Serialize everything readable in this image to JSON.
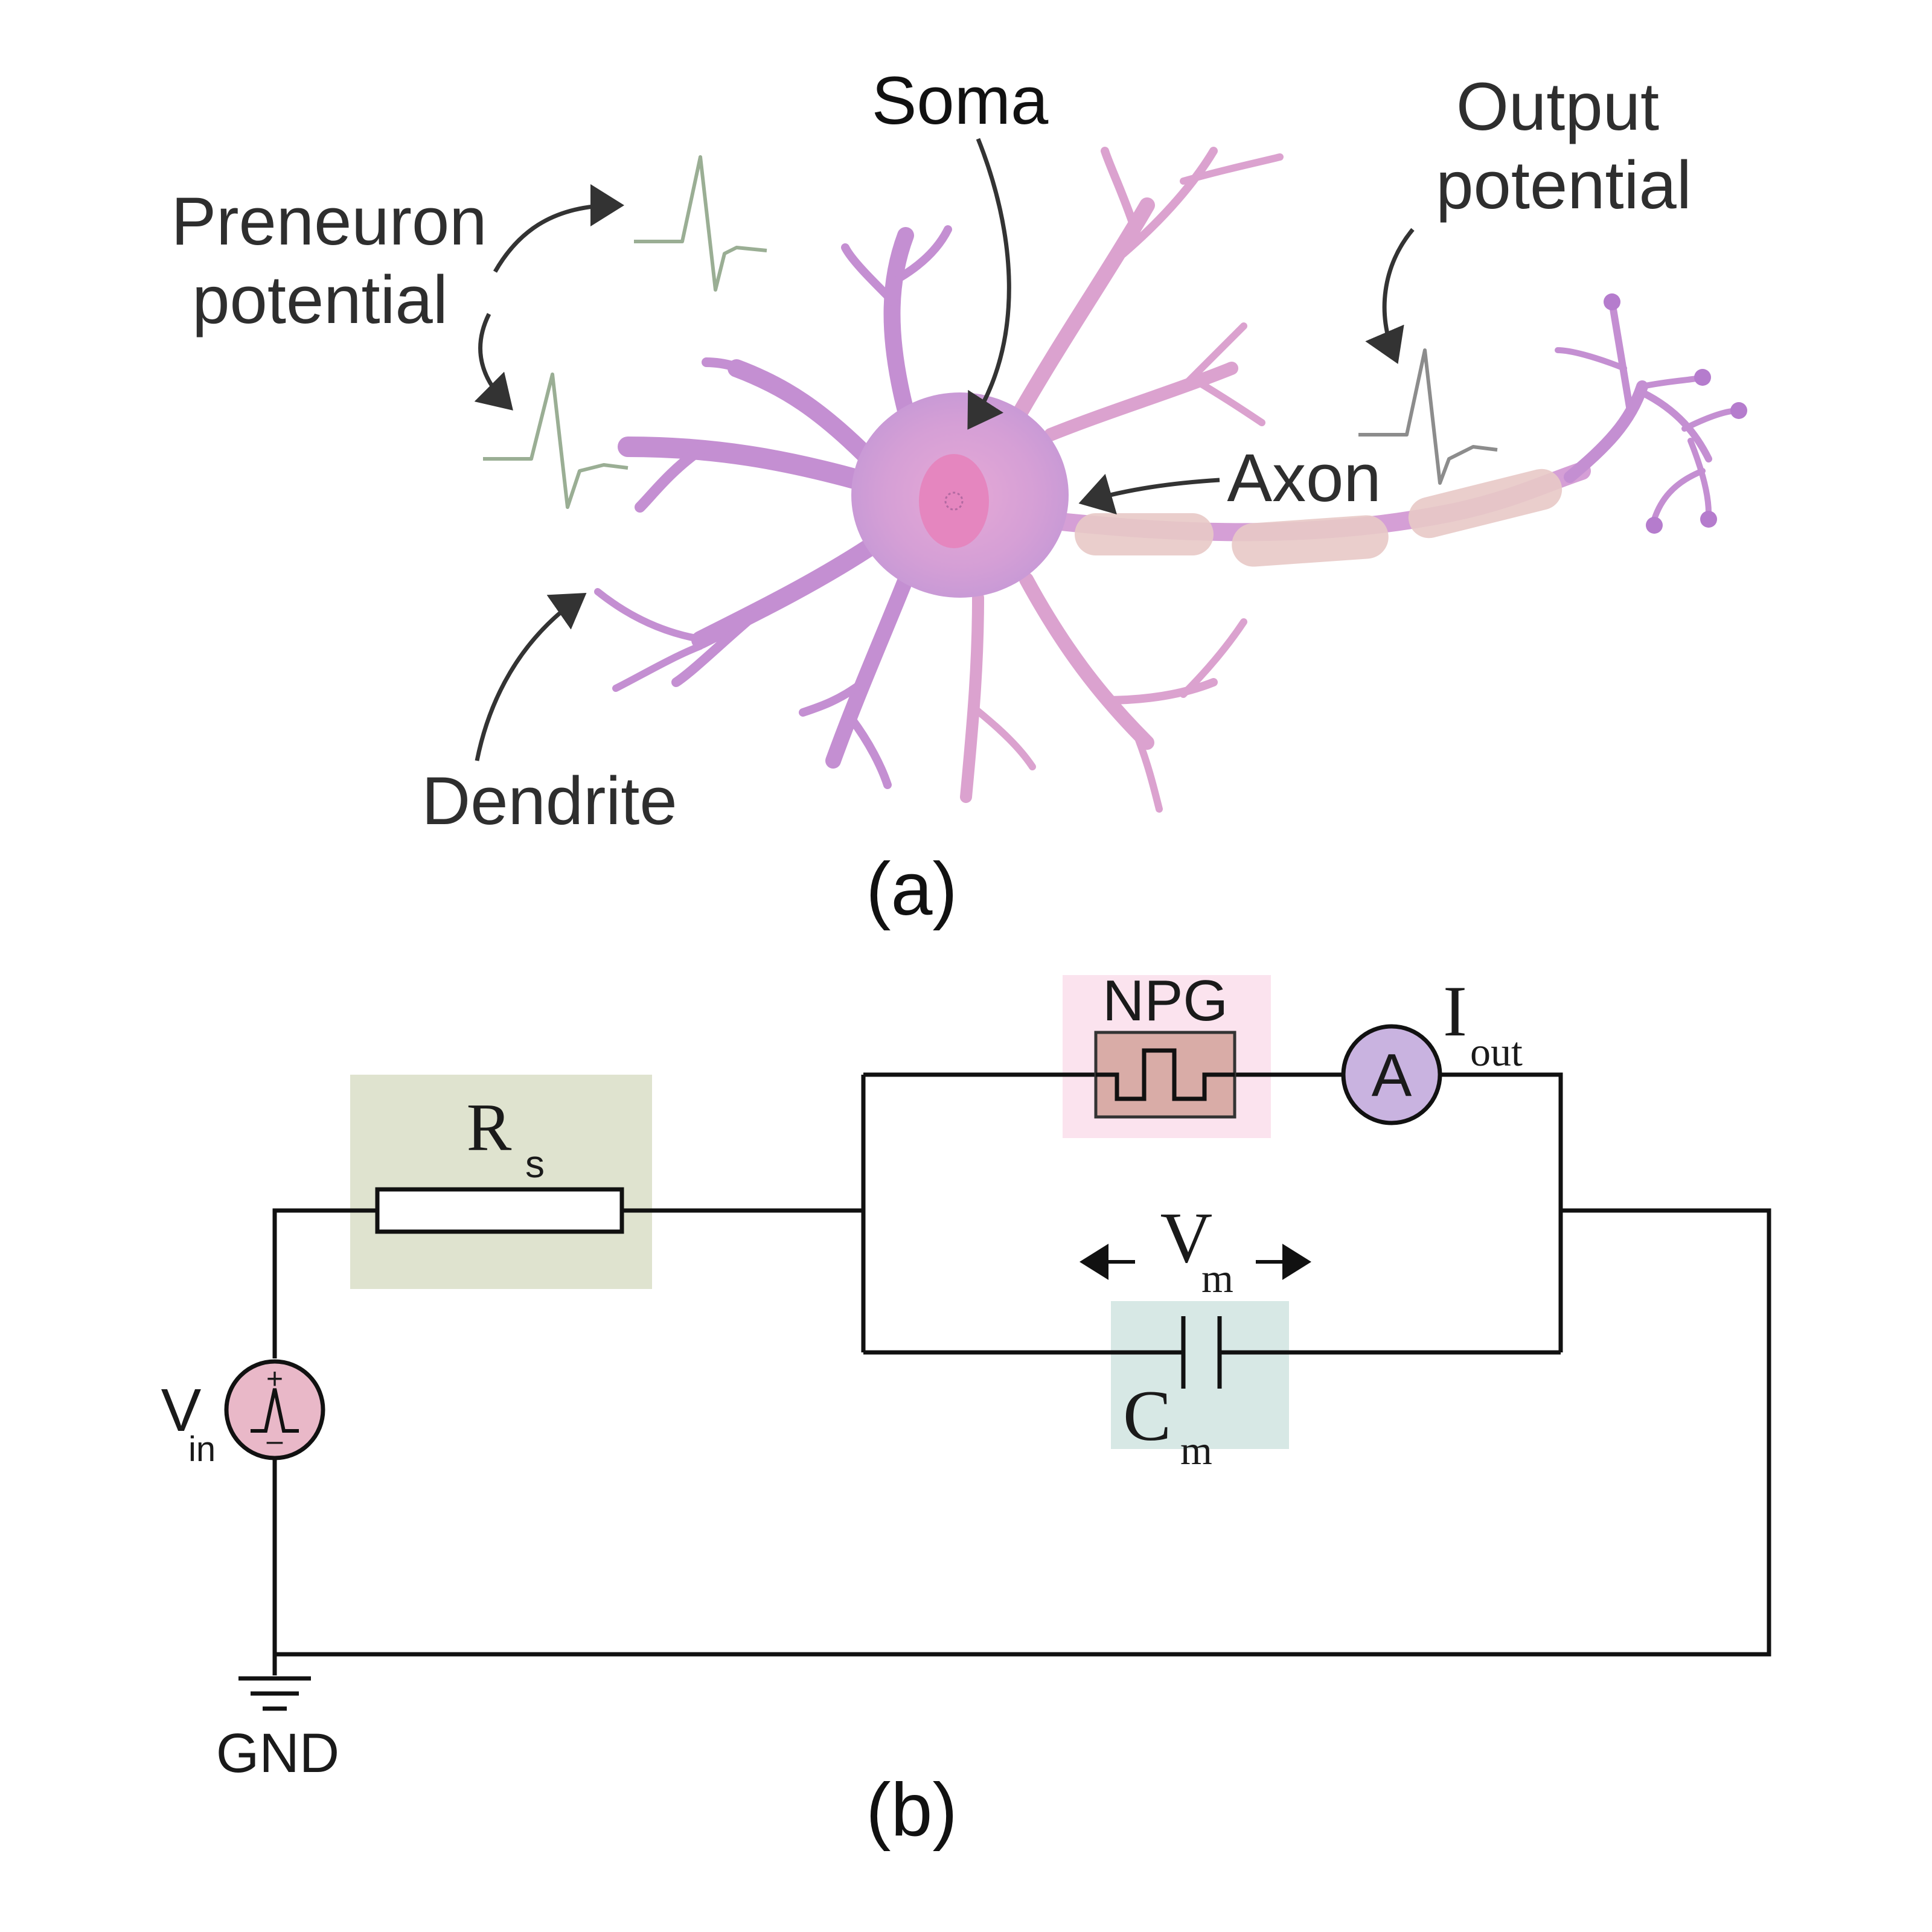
{
  "panel_a": {
    "soma_label": "Soma",
    "output_label_line1": "Output",
    "output_label_line2": "potential",
    "preneuron_label_line1": "Preneuron",
    "preneuron_label_line2": "potential",
    "axon_label": "Axon",
    "dendrite_label": "Dendrite",
    "caption": "(a)"
  },
  "panel_b": {
    "resistor_label": "R",
    "resistor_sub": "s",
    "npg_label": "NPG",
    "ammeter_symbol": "A",
    "current_label": "I",
    "current_sub": "out",
    "voltage_label": "V",
    "voltage_sub": "m",
    "capacitor_label": "C",
    "capacitor_sub": "m",
    "source_label": "V",
    "source_sub": "in",
    "ground_label": "GND",
    "caption": "(b)"
  },
  "colors": {
    "resistor_highlight": "#dfe3cf",
    "npg_highlight": "#fbe3ee",
    "npg_box": "#d9aca7",
    "ammeter_fill": "#c9b3e0",
    "capacitor_highlight": "#d7e8e5",
    "source_fill": "#e9b8c8",
    "spike_color": "#9aae94",
    "neuron_body": "#d8a6dc",
    "axon_sheath": "#e8c9c7"
  }
}
